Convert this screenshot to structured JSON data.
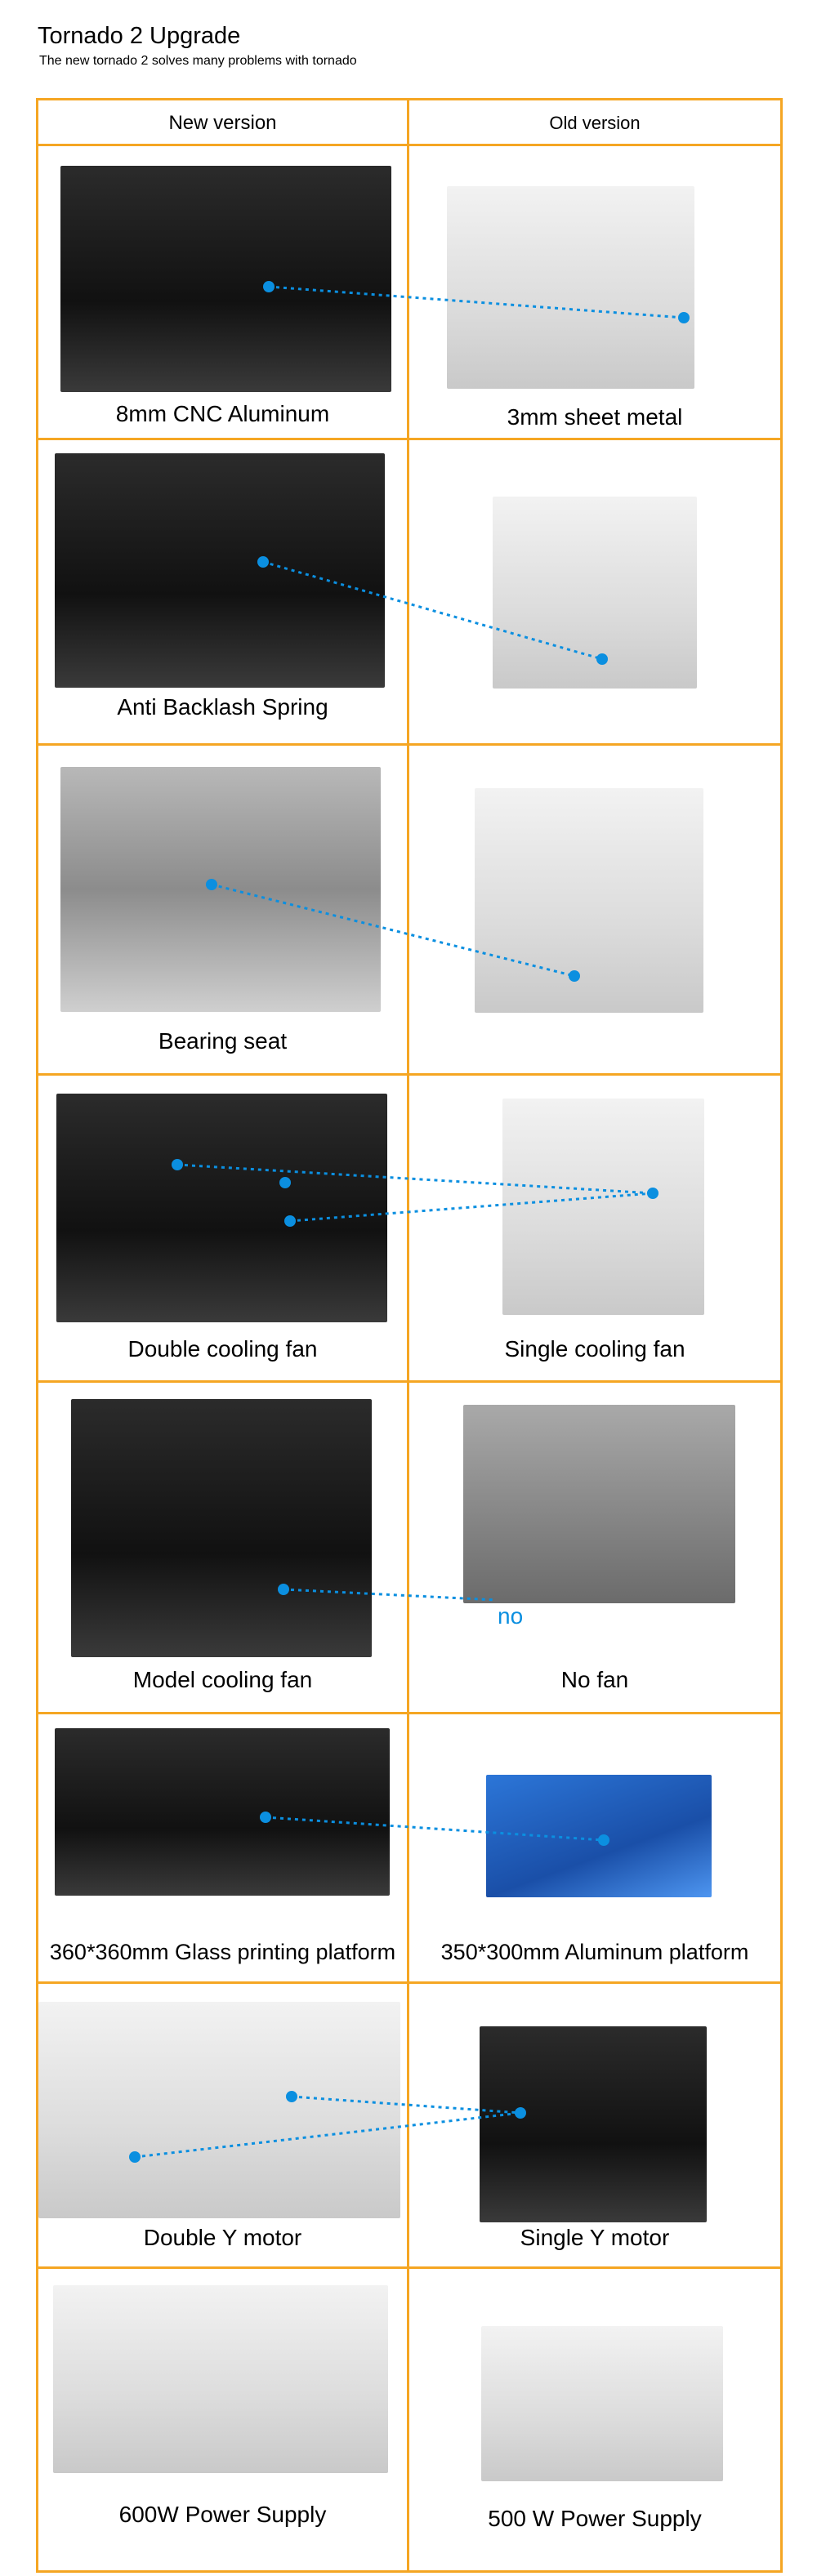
{
  "header": {
    "title": "Tornado 2 Upgrade",
    "subtitle": "The new tornado 2 solves many problems with tornado"
  },
  "table": {
    "col_new": "New version",
    "col_old": "Old version",
    "rows": [
      {
        "new": "8mm CNC Aluminum",
        "old": "3mm sheet metal"
      },
      {
        "new": "Anti Backlash Spring",
        "old": ""
      },
      {
        "new": "Bearing seat",
        "old": ""
      },
      {
        "new": "Double cooling fan",
        "old": "Single cooling fan"
      },
      {
        "new": "Model cooling fan",
        "old": "No fan"
      },
      {
        "new": "360*360mm Glass printing platform",
        "old": "350*300mm Aluminum platform"
      },
      {
        "new": "Double Y motor",
        "old": "Single Y motor"
      },
      {
        "new": "600W Power  Supply",
        "old": "500 W Power  Supply"
      }
    ],
    "no_label": "no"
  },
  "colors": {
    "accent": "#f5a623",
    "connector": "#0b8fe0"
  }
}
